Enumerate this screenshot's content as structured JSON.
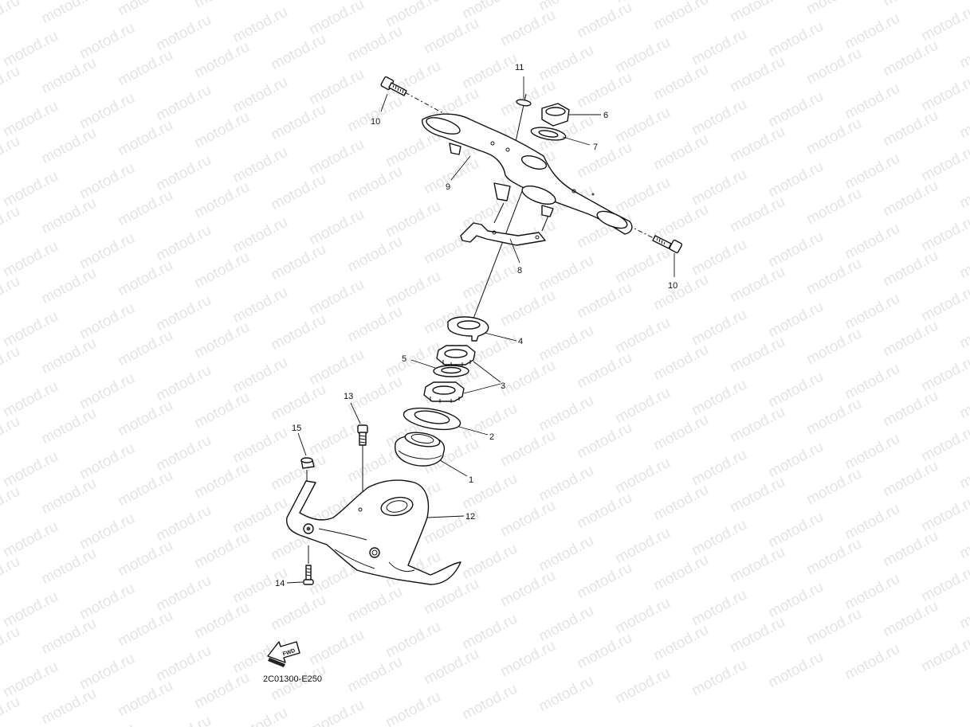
{
  "watermark": {
    "text": "motod.ru"
  },
  "diagram_code": "2C01300-E250",
  "fwd_label": "FWD",
  "callouts": [
    {
      "id": "c1",
      "label": "1"
    },
    {
      "id": "c2",
      "label": "2"
    },
    {
      "id": "c3",
      "label": "3"
    },
    {
      "id": "c4",
      "label": "4"
    },
    {
      "id": "c5",
      "label": "5"
    },
    {
      "id": "c6",
      "label": "6"
    },
    {
      "id": "c7",
      "label": "7"
    },
    {
      "id": "c8",
      "label": "8"
    },
    {
      "id": "c9",
      "label": "9"
    },
    {
      "id": "c10a",
      "label": "10"
    },
    {
      "id": "c10b",
      "label": "10"
    },
    {
      "id": "c11",
      "label": "11"
    },
    {
      "id": "c12",
      "label": "12"
    },
    {
      "id": "c13",
      "label": "13"
    },
    {
      "id": "c14",
      "label": "14"
    },
    {
      "id": "c15",
      "label": "15"
    }
  ]
}
